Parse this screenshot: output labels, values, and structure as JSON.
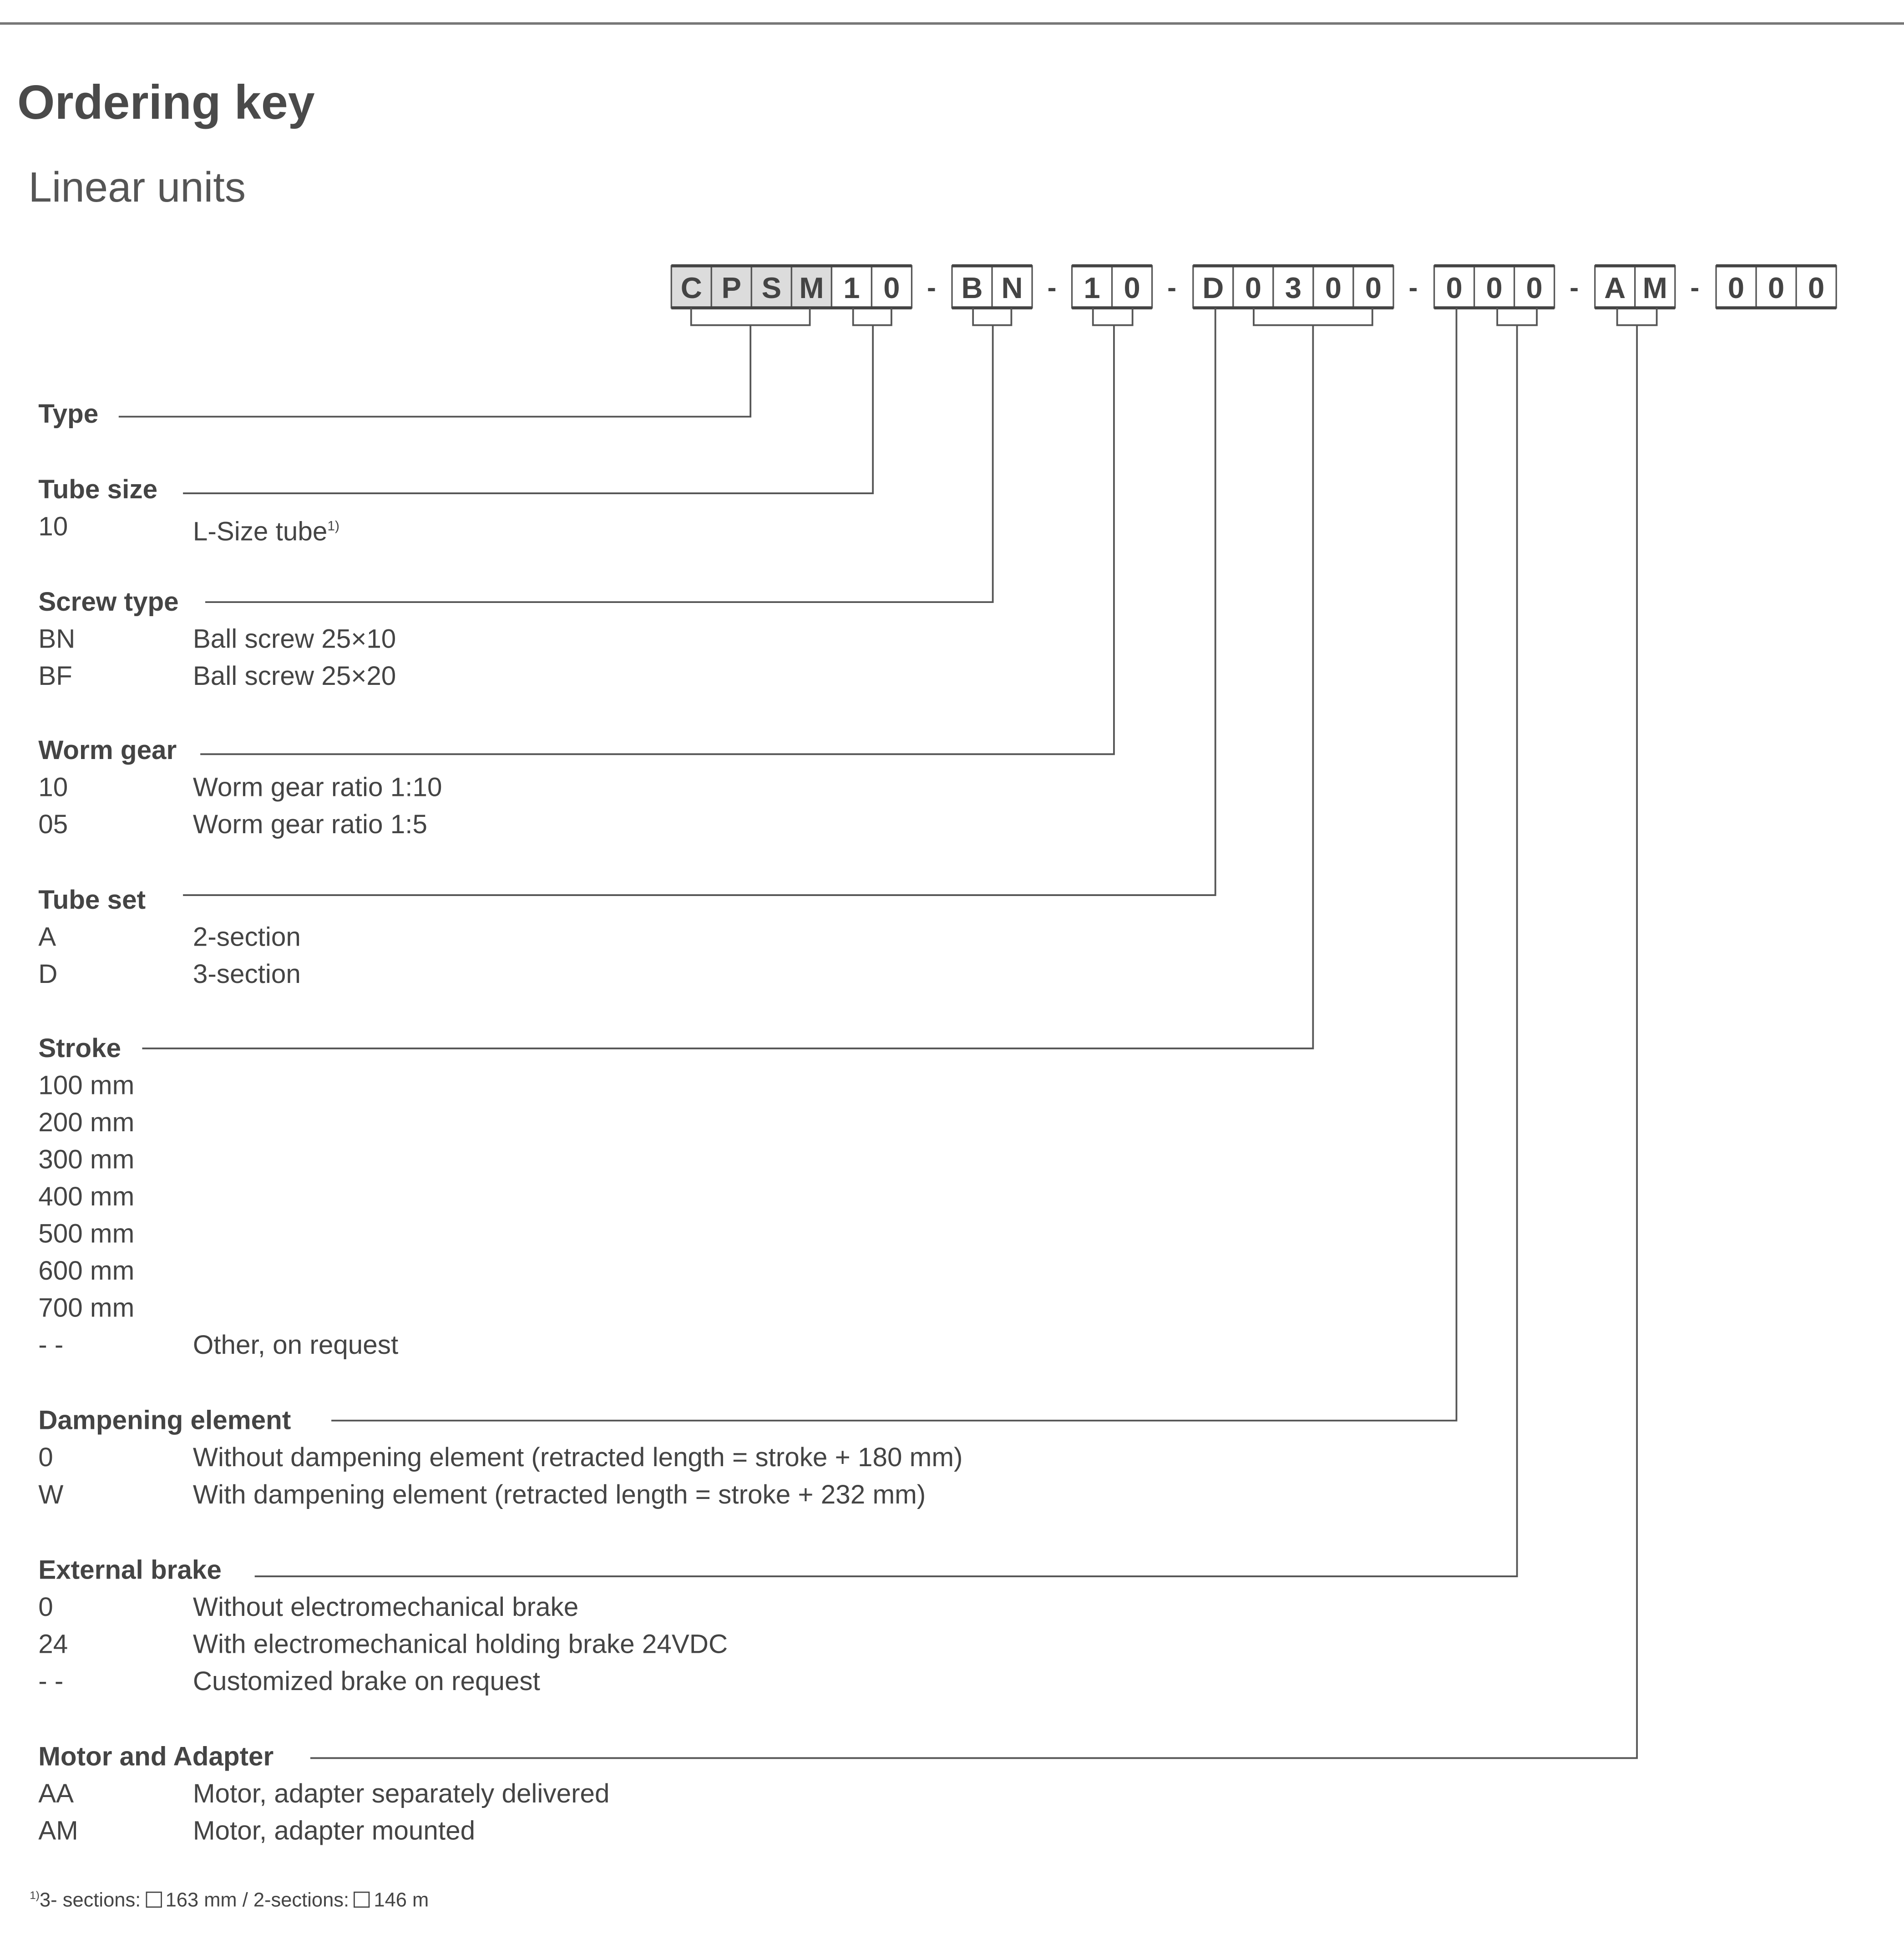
{
  "title": "Ordering key",
  "subtitle": "Linear units",
  "code": {
    "groups": [
      {
        "chars": [
          "C",
          "P",
          "S",
          "M",
          "1",
          "0"
        ],
        "shaded": 4
      },
      {
        "chars": [
          "B",
          "N"
        ],
        "shaded": 0
      },
      {
        "chars": [
          "1",
          "0"
        ],
        "shaded": 0
      },
      {
        "chars": [
          "D",
          "0",
          "3",
          "0",
          "0"
        ],
        "shaded": 0
      },
      {
        "chars": [
          "0",
          "0",
          "0"
        ],
        "shaded": 0
      },
      {
        "chars": [
          "A",
          "M"
        ],
        "shaded": 0
      },
      {
        "chars": [
          "0",
          "0",
          "0"
        ],
        "shaded": 0
      }
    ],
    "separator": "-",
    "shade_color": "#dcdcdc"
  },
  "sections": [
    {
      "heading": "Type",
      "rows": []
    },
    {
      "heading": "Tube size",
      "rows": [
        {
          "code": "10",
          "desc": "L-Size tube",
          "note": "1)"
        }
      ]
    },
    {
      "heading": "Screw type",
      "rows": [
        {
          "code": "BN",
          "desc": "Ball screw 25×10"
        },
        {
          "code": "BF",
          "desc": "Ball screw 25×20"
        }
      ]
    },
    {
      "heading": "Worm gear",
      "rows": [
        {
          "code": "10",
          "desc": "Worm gear ratio 1:10"
        },
        {
          "code": "05",
          "desc": "Worm gear ratio 1:5"
        }
      ]
    },
    {
      "heading": "Tube set",
      "rows": [
        {
          "code": "A",
          "desc": "2-section"
        },
        {
          "code": "D",
          "desc": "3-section"
        }
      ]
    },
    {
      "heading": "Stroke",
      "rows": [
        {
          "code": "100 mm",
          "desc": ""
        },
        {
          "code": "200 mm",
          "desc": ""
        },
        {
          "code": "300 mm",
          "desc": ""
        },
        {
          "code": "400 mm",
          "desc": ""
        },
        {
          "code": "500 mm",
          "desc": ""
        },
        {
          "code": "600 mm",
          "desc": ""
        },
        {
          "code": "700 mm",
          "desc": ""
        },
        {
          "code": "- -",
          "desc": "Other, on request"
        }
      ]
    },
    {
      "heading": "Dampening element",
      "rows": [
        {
          "code": "0",
          "desc": "Without dampening element (retracted length = stroke + 180 mm)"
        },
        {
          "code": "W",
          "desc": "With dampening element (retracted length = stroke + 232 mm)"
        }
      ]
    },
    {
      "heading": "External brake",
      "rows": [
        {
          "code": "0",
          "desc": "Without electromechanical brake"
        },
        {
          "code": "24",
          "desc": "With electromechanical holding brake 24VDC"
        },
        {
          "code": "- -",
          "desc": "Customized brake on request"
        }
      ]
    },
    {
      "heading": "Motor and Adapter",
      "rows": [
        {
          "code": "AA",
          "desc": "Motor, adapter separately delivered"
        },
        {
          "code": "AM",
          "desc": "Motor, adapter mounted"
        }
      ]
    }
  ],
  "footnote": {
    "mark": "1)",
    "part1": "3- sections:",
    "part2": "163 mm / 2-sections:",
    "part3": "146 m"
  }
}
